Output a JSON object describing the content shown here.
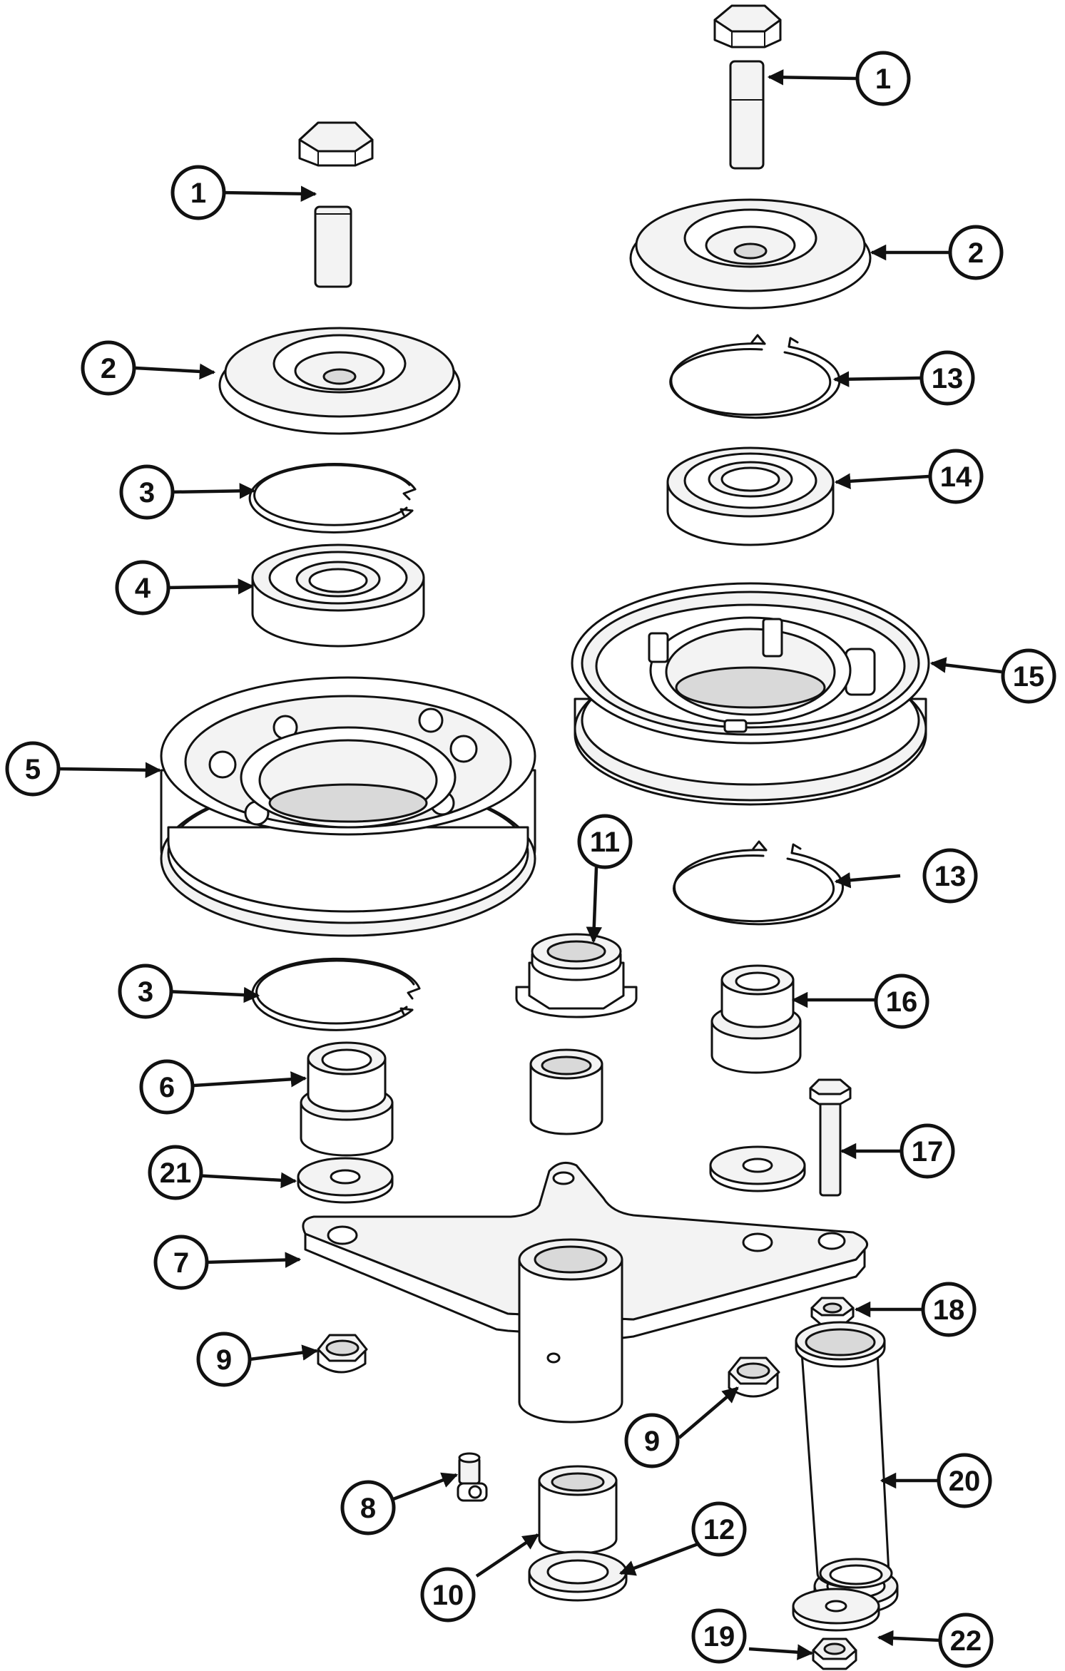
{
  "callouts": {
    "c1a": "1",
    "c1b": "1",
    "c2a": "2",
    "c2b": "2",
    "c3a": "3",
    "c3b": "3",
    "c4": "4",
    "c5": "5",
    "c6": "6",
    "c7": "7",
    "c8": "8",
    "c9a": "9",
    "c9b": "9",
    "c10": "10",
    "c11": "11",
    "c12": "12",
    "c13a": "13",
    "c13b": "13",
    "c14": "14",
    "c15": "15",
    "c16": "16",
    "c17": "17",
    "c18": "18",
    "c19": "19",
    "c20": "20",
    "c21": "21",
    "c22": "22"
  }
}
